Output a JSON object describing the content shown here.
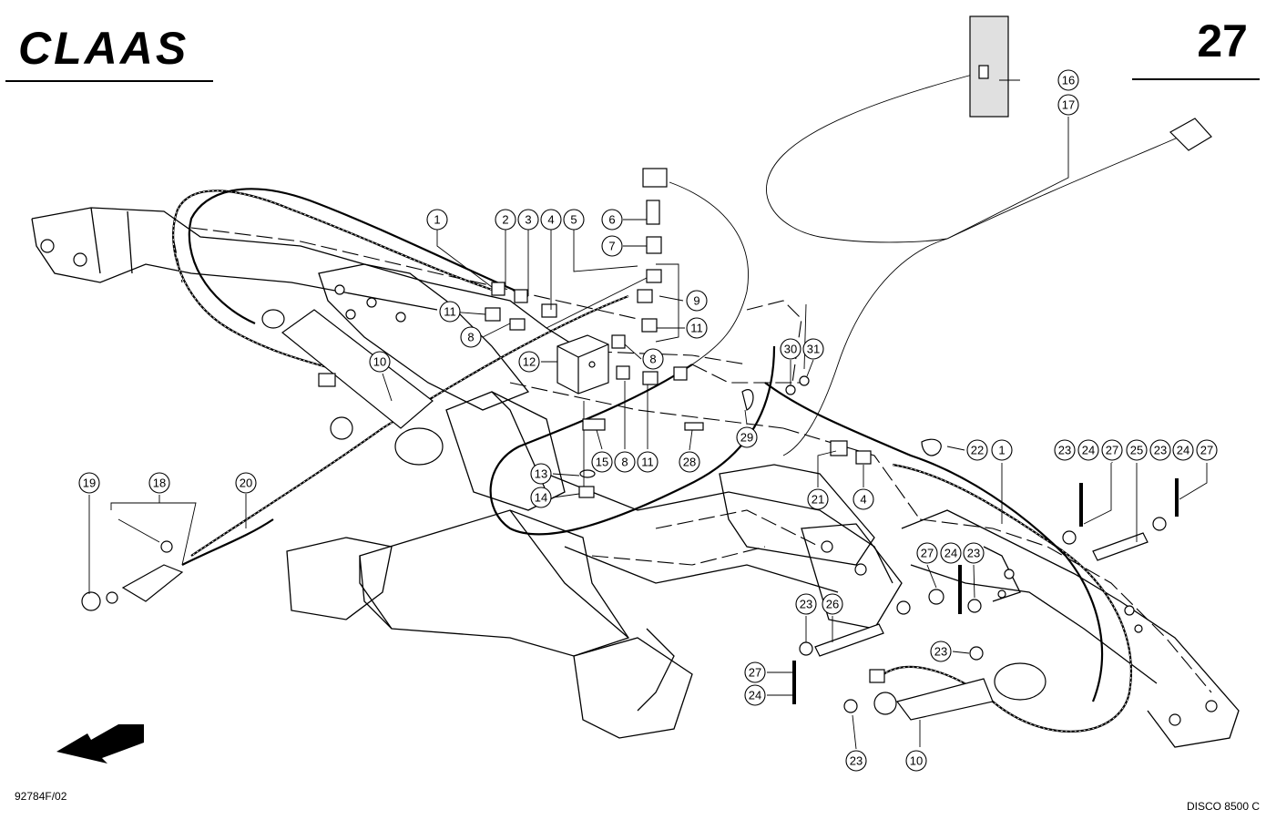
{
  "header": {
    "brand": "CLAAS",
    "page_number": "27"
  },
  "footer": {
    "drawing_code": "92784F/02",
    "model": "DISCO 8500 C"
  },
  "callouts": {
    "c1a": "1",
    "c1b": "1",
    "c2": "2",
    "c3": "3",
    "c4a": "4",
    "c4b": "4",
    "c5": "5",
    "c6": "6",
    "c7": "7",
    "c8a": "8",
    "c8b": "8",
    "c8c": "8",
    "c9": "9",
    "c10a": "10",
    "c10b": "10",
    "c11a": "11",
    "c11b": "11",
    "c11c": "11",
    "c12": "12",
    "c13": "13",
    "c14": "14",
    "c15": "15",
    "c16": "16",
    "c17": "17",
    "c18": "18",
    "c19": "19",
    "c20": "20",
    "c21": "21",
    "c22": "22",
    "c23a": "23",
    "c23b": "23",
    "c23c": "23",
    "c23d": "23",
    "c23e": "23",
    "c23f": "23",
    "c24a": "24",
    "c24b": "24",
    "c24c": "24",
    "c24d": "24",
    "c25": "25",
    "c26": "26",
    "c27a": "27",
    "c27b": "27",
    "c27c": "27",
    "c27d": "27",
    "c28": "28",
    "c29": "29",
    "c30": "30",
    "c31": "31"
  },
  "icons": {
    "direction_arrow": "arrow-icon"
  }
}
